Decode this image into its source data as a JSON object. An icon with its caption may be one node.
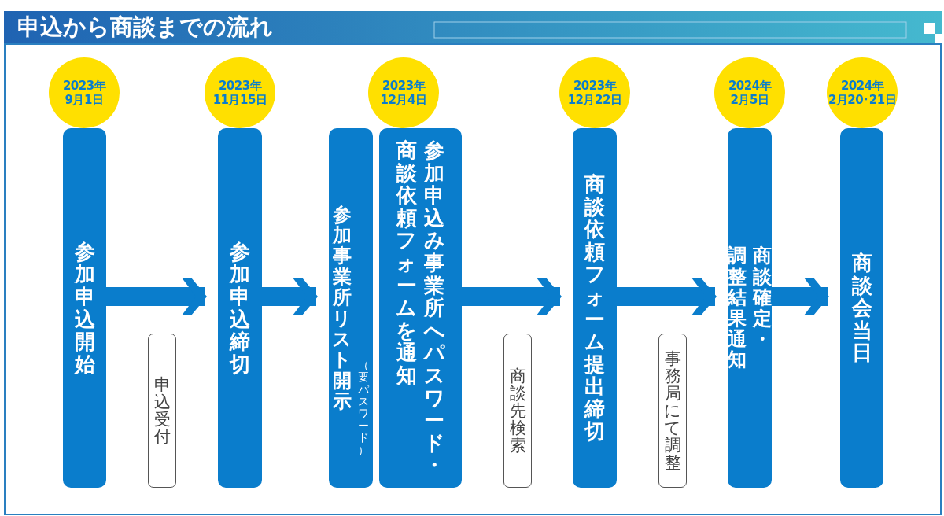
{
  "diagram": {
    "title": "申込から商談までの流れ",
    "nodes": [
      {
        "text": [
          "2023年",
          "9月1日"
        ]
      },
      {
        "text": [
          "参加申込開始"
        ]
      },
      {
        "text": [
          "申込受付"
        ]
      },
      {
        "text": [
          "2023年",
          "11月15日"
        ]
      },
      {
        "text": [
          "参加申込締切"
        ]
      },
      {
        "text": [
          "2023年",
          "12月4日"
        ]
      },
      {
        "text": [
          "参加事業所リスト開示",
          "（要パスワード）"
        ]
      },
      {
        "text": [
          "参加申込み事業所へパスワード・商談依頼フォームを通知"
        ]
      },
      {
        "text": [
          "商談先検索"
        ]
      },
      {
        "text": [
          "2023年",
          "12月22日"
        ]
      },
      {
        "text": [
          "商談依頼フォーム提出締切"
        ]
      },
      {
        "text": [
          "事務局にて調整"
        ]
      },
      {
        "text": [
          "2024年",
          "2月5日"
        ]
      },
      {
        "text": [
          "商談確定・調整結果通知"
        ]
      },
      {
        "text": [
          "2024年",
          "2月20･21日"
        ]
      },
      {
        "text": [
          "商談会当日"
        ]
      }
    ],
    "edges": [
      {
        "from": 1,
        "to": 4,
        "arrow": "to"
      },
      {
        "from": 4,
        "to": 6,
        "arrow": "to"
      },
      {
        "from": 7,
        "to": 10,
        "arrow": "to"
      },
      {
        "from": 10,
        "to": 13,
        "arrow": "to"
      },
      {
        "from": 13,
        "to": 15,
        "arrow": "to"
      }
    ]
  }
}
